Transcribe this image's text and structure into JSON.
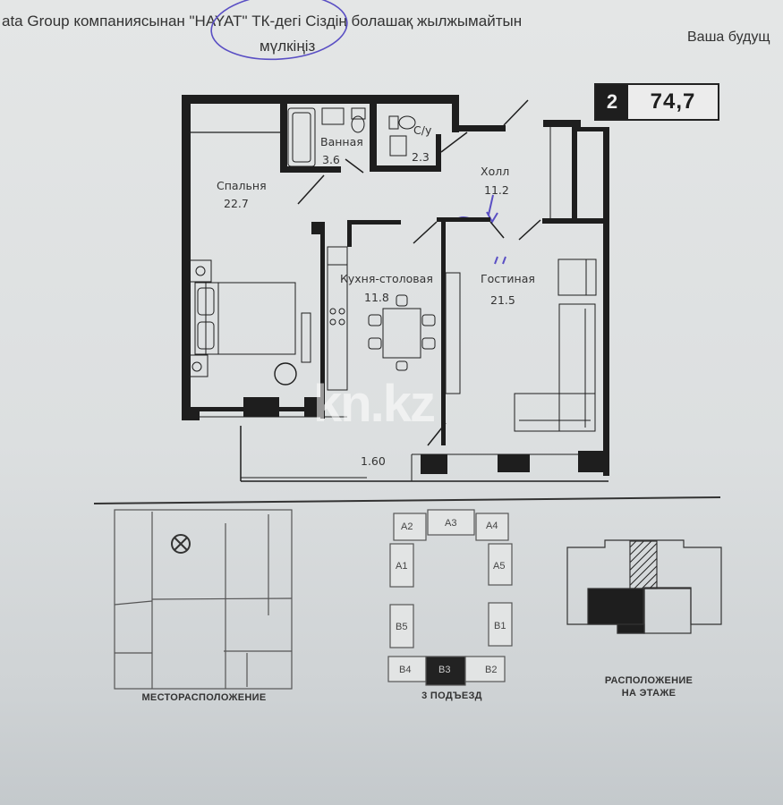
{
  "header": {
    "kazakh_line1": "ata Group компаниясынан \"HAYAT\" ТК-дегі Сіздің болашақ жылжымайтын",
    "kazakh_line2": "мүлкіңіз",
    "russian_partial": "Ваша будущ"
  },
  "apartment_badge": {
    "rooms": "2",
    "total_area": "74,7"
  },
  "floor_plan": {
    "rooms": [
      {
        "name": "Спальня",
        "area": "22.7"
      },
      {
        "name": "Ванная",
        "area": "3.6"
      },
      {
        "name": "С/у",
        "area": "2.3"
      },
      {
        "name": "Холл",
        "area": "11.2"
      },
      {
        "name": "Кухня-столовая",
        "area": "11.8"
      },
      {
        "name": "Гостиная",
        "area": "21.5"
      },
      {
        "name": "",
        "area": "1.60"
      }
    ]
  },
  "location_map": {
    "caption": "МЕСТОРАСПОЛОЖЕНИЕ"
  },
  "entrance_plan": {
    "caption": "3 ПОДЪЕЗД",
    "blocks": [
      "A1",
      "A2",
      "A3",
      "A4",
      "A5",
      "B1",
      "B2",
      "B3",
      "B4",
      "B5"
    ],
    "highlighted": "B3"
  },
  "floor_position": {
    "caption_line1": "РАСПОЛОЖЕНИЕ",
    "caption_line2": "НА ЭТАЖЕ"
  },
  "watermark": "kn.kz"
}
